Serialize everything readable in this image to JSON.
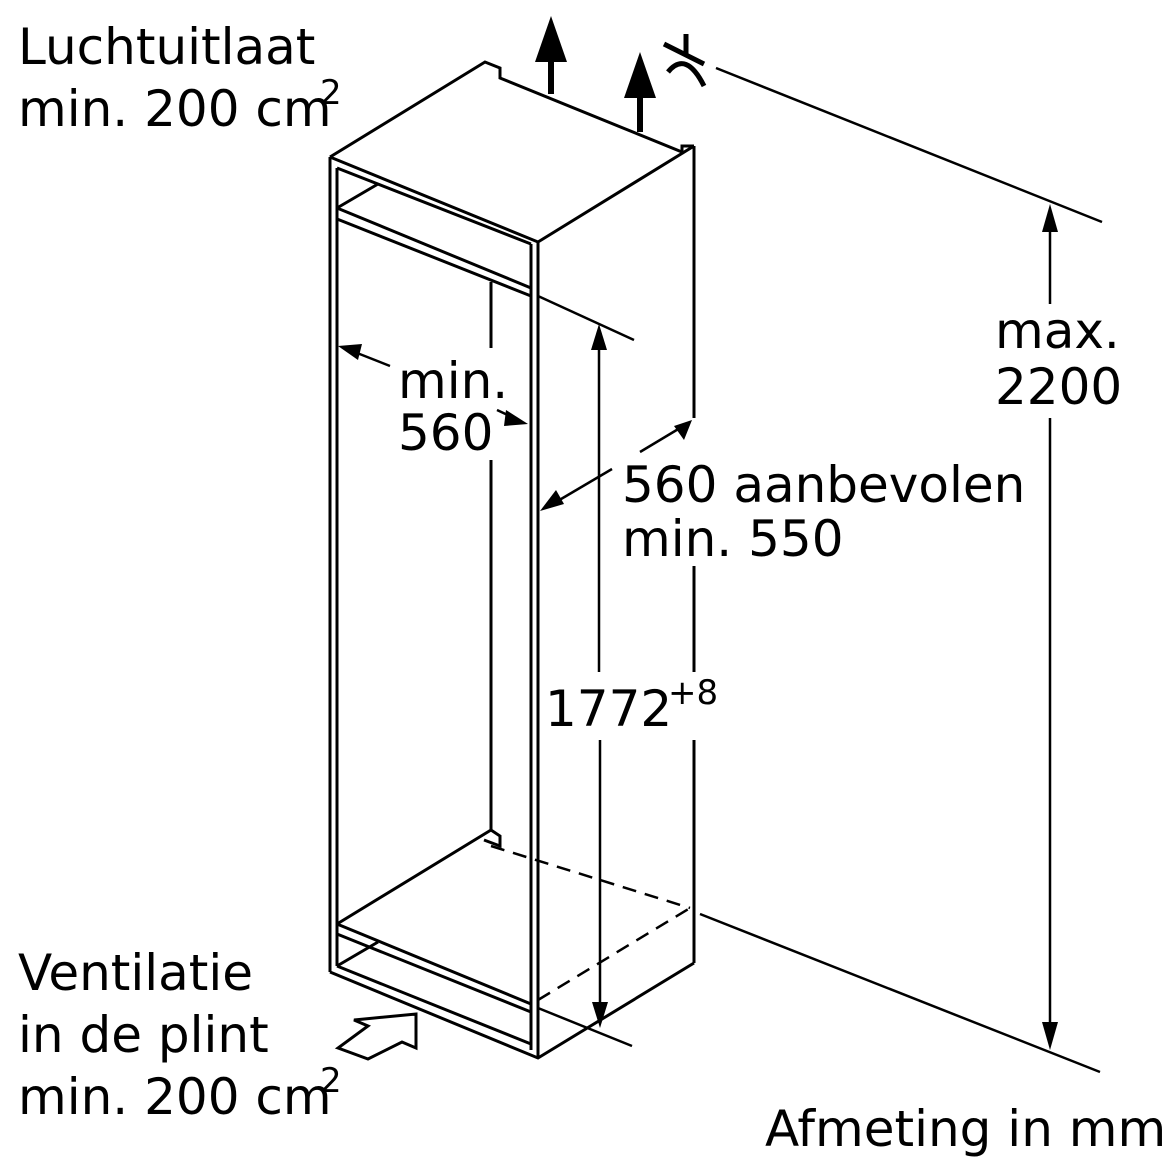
{
  "labels": {
    "air_outlet_line1": "Luchtuitlaat",
    "air_outlet_line2": "min. 200 cm",
    "air_outlet_sup": "2",
    "niche_width_min": "min.",
    "niche_width_value": "560",
    "depth_recommended": "560 aanbevolen",
    "depth_min": "min. 550",
    "max_height_min": "max.",
    "max_height_value": "2200",
    "niche_height_value": "1772",
    "niche_height_tolerance": "+8",
    "plinth_line1": "Ventilatie",
    "plinth_line2": "in de plint",
    "plinth_line3": "min. 200 cm",
    "plinth_sup": "2",
    "unit_note": "Afmeting in mm"
  },
  "icons": [
    "air-outflow-arrow",
    "power-plug-icon",
    "air-inflow-arrow"
  ]
}
